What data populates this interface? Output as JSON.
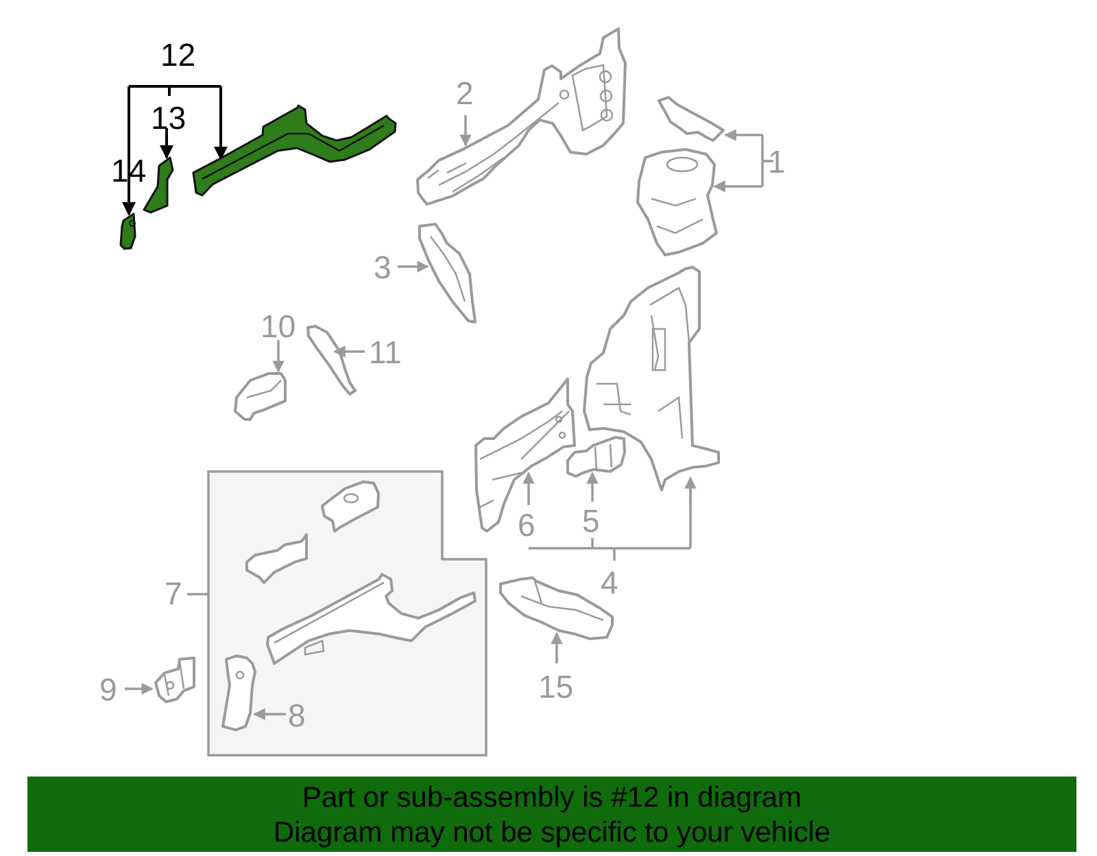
{
  "diagram": {
    "highlight_color": "#2e7d1a",
    "part_color": "#9a9a9a",
    "callouts": {
      "c1": "1",
      "c2": "2",
      "c3": "3",
      "c4": "4",
      "c5": "5",
      "c6": "6",
      "c7": "7",
      "c8": "8",
      "c9": "9",
      "c10": "10",
      "c11": "11",
      "c12": "12",
      "c13": "13",
      "c14": "14",
      "c15": "15"
    }
  },
  "banner": {
    "background": "#0f6b0c",
    "line1": "Part or sub-assembly is #12 in diagram",
    "line2": "Diagram may not be specific to your vehicle"
  }
}
